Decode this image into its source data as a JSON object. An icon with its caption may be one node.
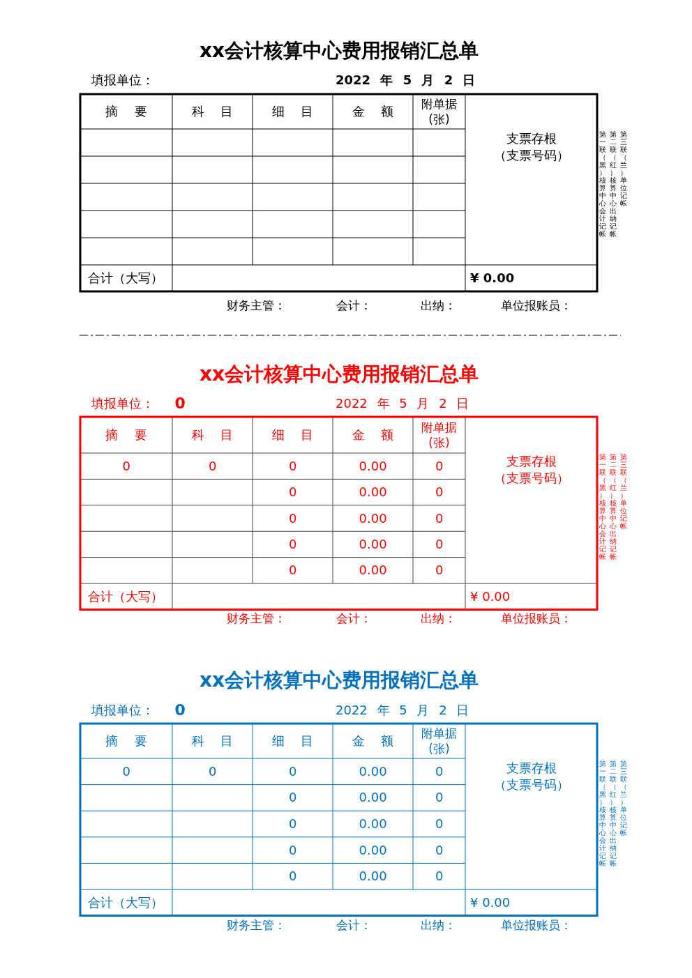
{
  "diagram": {
    "labels": [
      "xx会计核算中心费用报销汇总单",
      "填报单位：",
      "2022 年 5 月 2 日",
      "摘 要",
      "科 目",
      "细 目",
      "金 额",
      "附单据(张)",
      "支票存根（支票号码）",
      "合计（大写）",
      "¥ 0.00",
      "财务主管：",
      "会计：",
      "出纳：",
      "单位报账员：",
      "第一联（黑）核算中心会计记帐",
      "第二联（红）核算中心出纳记帐",
      "第三联（兰）单位记帐",
      "xx会计核算中心费用报销汇总单",
      "填报单位：",
      "0",
      "2022 年 5 月 2 日",
      "摘 要",
      "科 目",
      "细 目",
      "金 额",
      "附单据(张)",
      "支票存根（支票号码）",
      "0",
      "0",
      "0",
      "0.00",
      "0",
      "0",
      "0.00",
      "0",
      "0",
      "0.00",
      "0",
      "0",
      "0.00",
      "0",
      "0",
      "0.00",
      "0",
      "合计（大写）",
      "¥ 0.00",
      "财务主管：",
      "会计：",
      "出纳：",
      "单位报账员：",
      "第一联（黑）核算中心会计记帐",
      "第二联（红）核算中心出纳记帐",
      "第三联（兰）单位记帐",
      "xx会计核算中心费用报销汇总单",
      "填报单位：",
      "0",
      "2022 年 5 月 2 日",
      "摘 要",
      "科 目",
      "细 目",
      "金 额",
      "附单据(张)",
      "支票存根（支票号码）",
      "0",
      "0",
      "0",
      "0.00",
      "0",
      "0",
      "0.00",
      "0",
      "0",
      "0.00",
      "0",
      "0",
      "0.00",
      "0",
      "0",
      "0.00",
      "0",
      "合计（大写）",
      "¥ 0.00",
      "财务主管：",
      "会计：",
      "出纳：",
      "单位报账员：",
      "第一联（黑）核算中心会计记帐",
      "第二联（红）核算中心出纳记帐",
      "第三联（兰）单位记帐"
    ]
  }
}
